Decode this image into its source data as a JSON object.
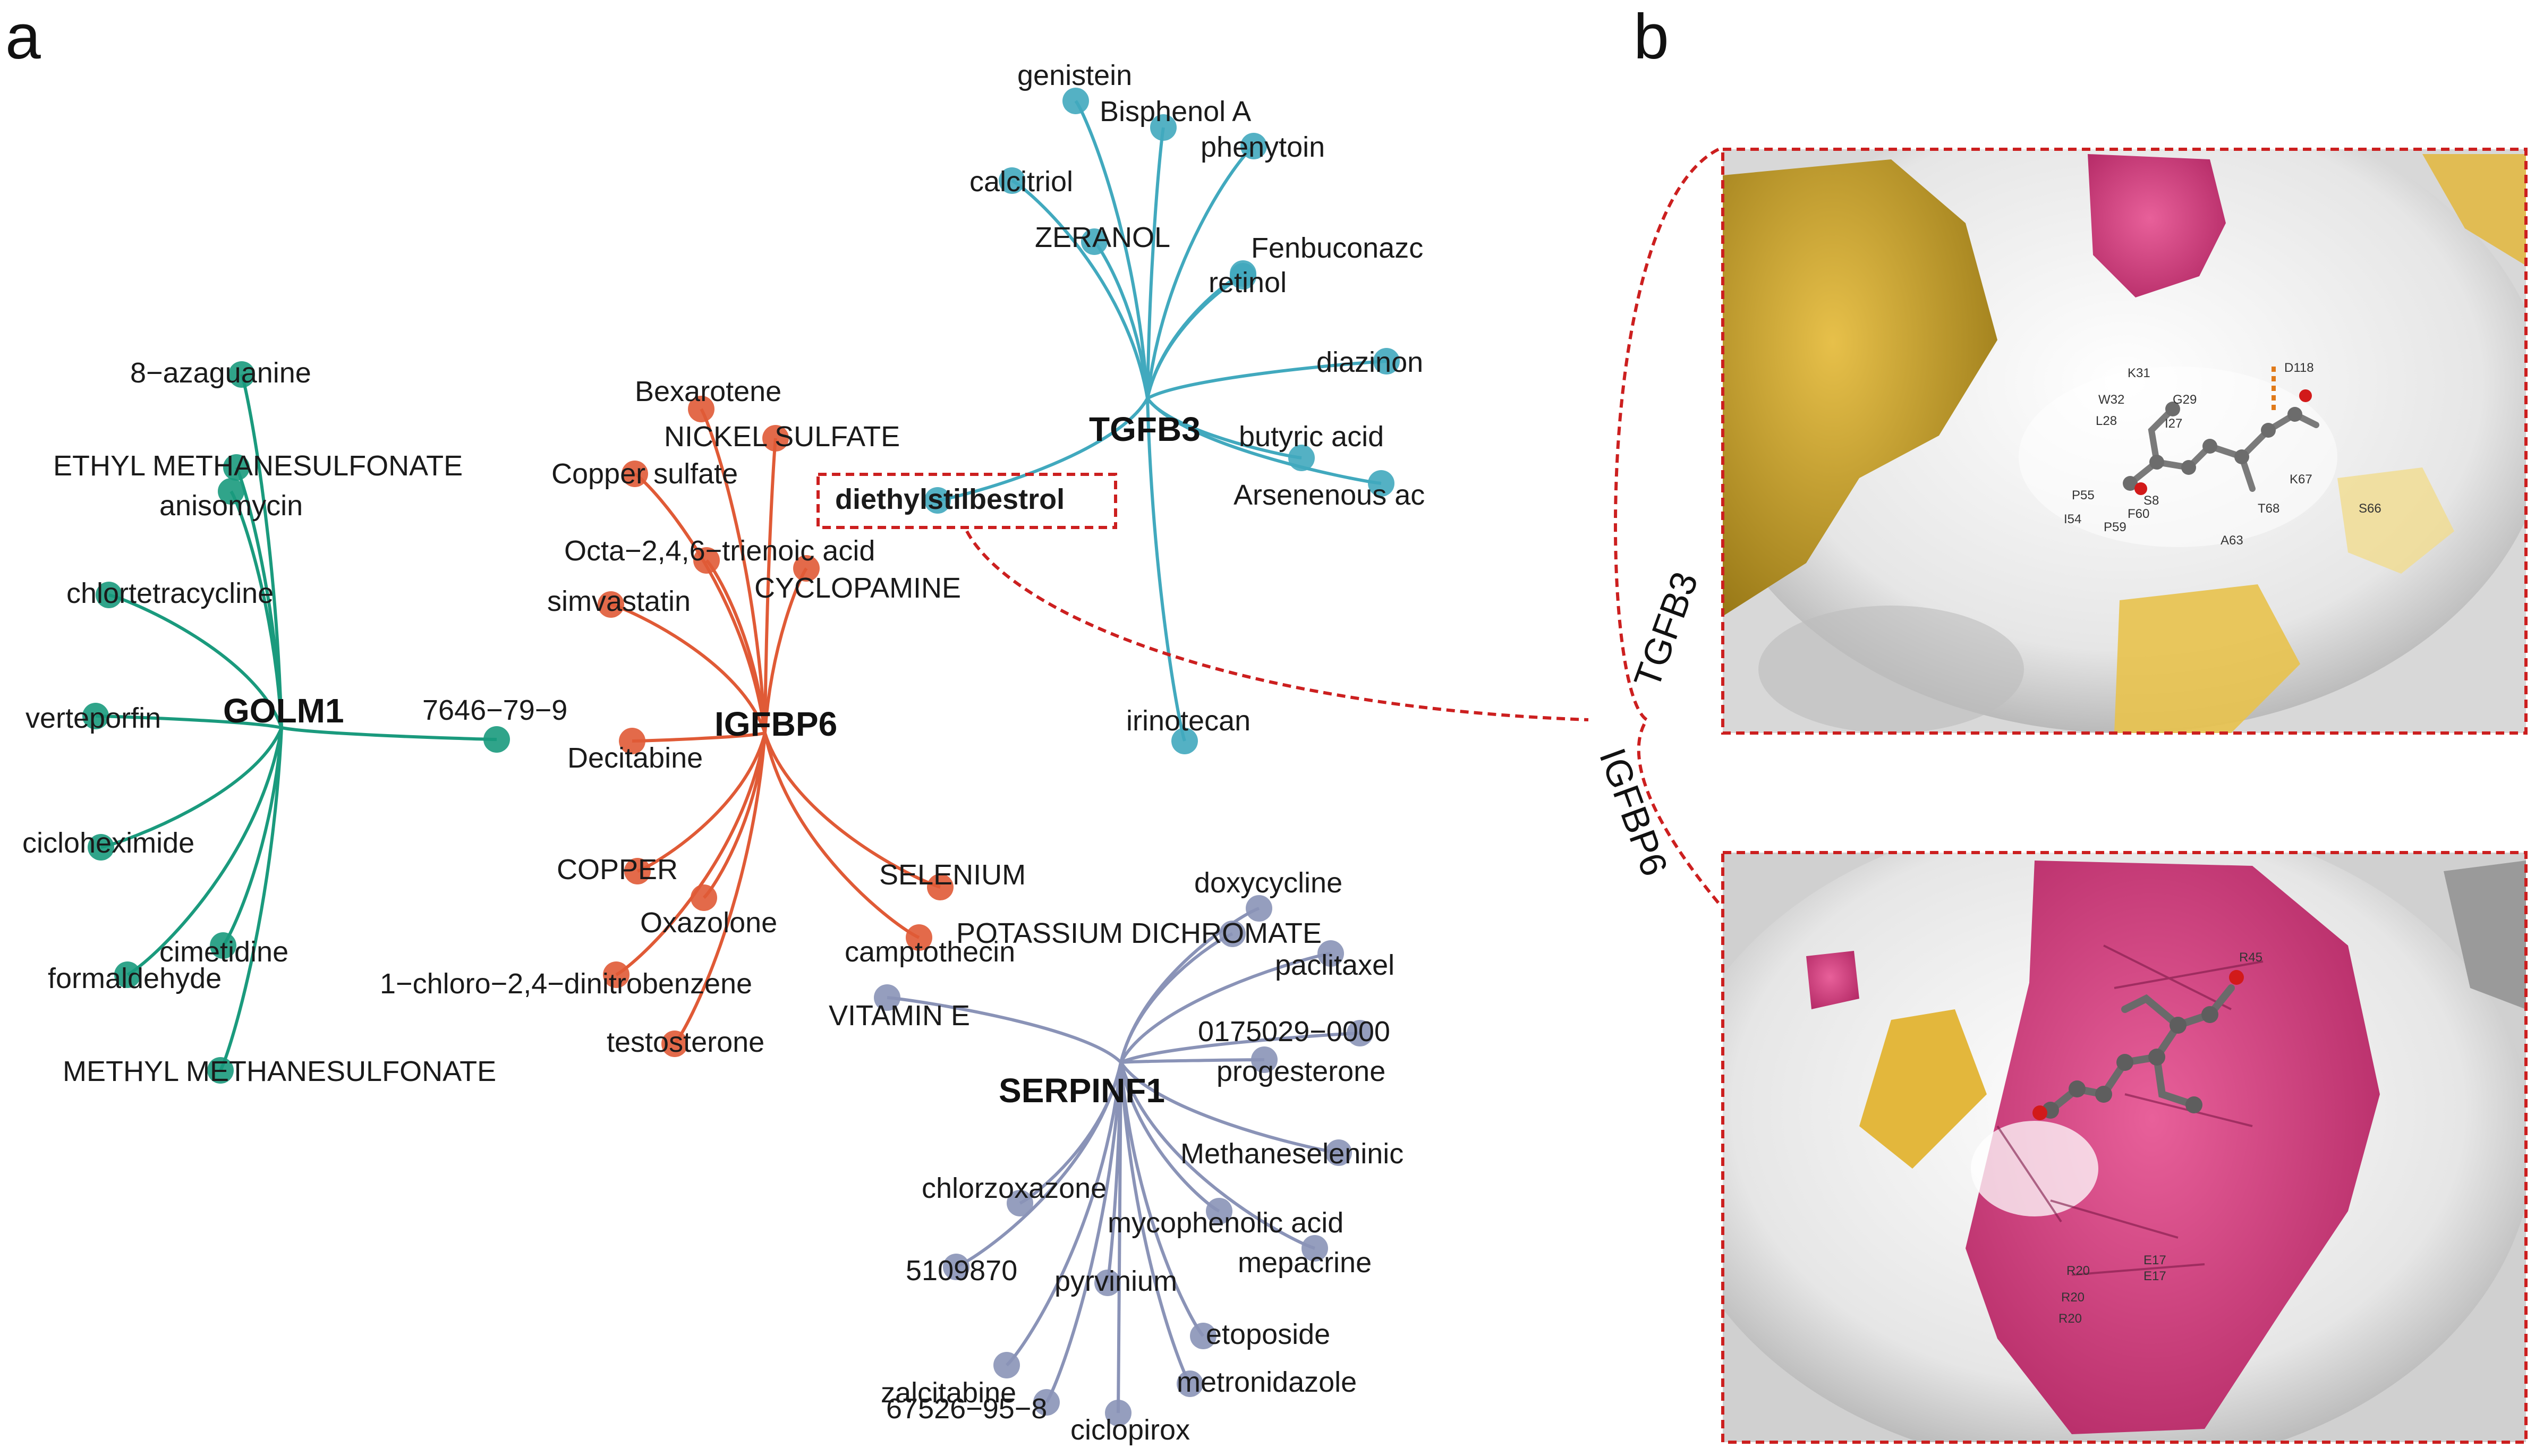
{
  "panels": {
    "a": "a",
    "b": "b"
  },
  "colors": {
    "GOLM1": "#1a9a7d",
    "IGFBP6": "#e05a36",
    "TGFB3": "#41a9be",
    "SERPINF1": "#8a93b7",
    "highlight": "#cc1f1f"
  },
  "hubs": [
    {
      "id": "GOLM1",
      "label": "GOLM1"
    },
    {
      "id": "IGFBP6",
      "label": "IGFBP6"
    },
    {
      "id": "TGFB3",
      "label": "TGFB3"
    },
    {
      "id": "SERPINF1",
      "label": "SERPINF1"
    }
  ],
  "drugs": [
    {
      "label": "8−azaguanine",
      "hub": "GOLM1"
    },
    {
      "label": "ETHYL METHANESULFONATE",
      "hub": "GOLM1"
    },
    {
      "label": "anisomycin",
      "hub": "GOLM1"
    },
    {
      "label": "chlortetracycline",
      "hub": "GOLM1"
    },
    {
      "label": "verteporfin",
      "hub": "GOLM1"
    },
    {
      "label": "cicloheximide",
      "hub": "GOLM1"
    },
    {
      "label": "cimetidine",
      "hub": "GOLM1"
    },
    {
      "label": "formaldehyde",
      "hub": "GOLM1"
    },
    {
      "label": "METHYL METHANESULFONATE",
      "hub": "GOLM1"
    },
    {
      "label": "7646−79−9",
      "hub": "GOLM1"
    },
    {
      "label": "Decitabine",
      "hub": "IGFBP6"
    },
    {
      "label": "Bexarotene",
      "hub": "IGFBP6"
    },
    {
      "label": "NICKEL SULFATE",
      "hub": "IGFBP6"
    },
    {
      "label": "Copper sulfate",
      "hub": "IGFBP6"
    },
    {
      "label": "Octa−2,4,6−trienoic acid",
      "hub": "IGFBP6"
    },
    {
      "label": "CYCLOPAMINE",
      "hub": "IGFBP6"
    },
    {
      "label": "simvastatin",
      "hub": "IGFBP6"
    },
    {
      "label": "COPPER",
      "hub": "IGFBP6"
    },
    {
      "label": "Oxazolone",
      "hub": "IGFBP6"
    },
    {
      "label": "1−chloro−2,4−dinitrobenzene",
      "hub": "IGFBP6"
    },
    {
      "label": "testosterone",
      "hub": "IGFBP6"
    },
    {
      "label": "SELENIUM",
      "hub": "IGFBP6"
    },
    {
      "label": "camptothecin",
      "hub": "IGFBP6"
    },
    {
      "label": "VITAMIN E",
      "hub": "SERPINF1"
    },
    {
      "label": "diethylstilbestrol",
      "hub": "TGFB3"
    },
    {
      "label": "genistein",
      "hub": "TGFB3"
    },
    {
      "label": "Bisphenol A",
      "hub": "TGFB3"
    },
    {
      "label": "phenytoin",
      "hub": "TGFB3"
    },
    {
      "label": "calcitriol",
      "hub": "TGFB3"
    },
    {
      "label": "ZERANOL",
      "hub": "TGFB3"
    },
    {
      "label": "Fenbuconazc",
      "hub": "TGFB3"
    },
    {
      "label": "retinol",
      "hub": "TGFB3"
    },
    {
      "label": "diazinon",
      "hub": "TGFB3"
    },
    {
      "label": "butyric acid",
      "hub": "TGFB3"
    },
    {
      "label": "Arsenenous ac",
      "hub": "TGFB3"
    },
    {
      "label": "irinotecan",
      "hub": "TGFB3"
    },
    {
      "label": "doxycycline",
      "hub": "SERPINF1"
    },
    {
      "label": "POTASSIUM DICHROMATE",
      "hub": "SERPINF1"
    },
    {
      "label": "paclitaxel",
      "hub": "SERPINF1"
    },
    {
      "label": "0175029−0000",
      "hub": "SERPINF1"
    },
    {
      "label": "progesterone",
      "hub": "SERPINF1"
    },
    {
      "label": "Methaneseleninic",
      "hub": "SERPINF1"
    },
    {
      "label": "chlorzoxazone",
      "hub": "SERPINF1"
    },
    {
      "label": "mycophenolic acid",
      "hub": "SERPINF1"
    },
    {
      "label": "mepacrine",
      "hub": "SERPINF1"
    },
    {
      "label": "5109870",
      "hub": "SERPINF1"
    },
    {
      "label": "pyrvinium",
      "hub": "SERPINF1"
    },
    {
      "label": "etoposide",
      "hub": "SERPINF1"
    },
    {
      "label": "zalcitabine",
      "hub": "SERPINF1"
    },
    {
      "label": "metronidazole",
      "hub": "SERPINF1"
    },
    {
      "label": "67526−95−8",
      "hub": "SERPINF1"
    },
    {
      "label": "ciclopirox",
      "hub": "SERPINF1"
    }
  ],
  "docking": {
    "top_label": "TGFB3",
    "bottom_label": "IGFBP6",
    "top_residues": [
      "K31",
      "W32",
      "L28",
      "G29",
      "I27",
      "D118",
      "P55",
      "I54",
      "F60",
      "P59",
      "S8",
      "K67",
      "T68",
      "S66",
      "A63"
    ],
    "bottom_residues": [
      "R45",
      "R20",
      "R20",
      "R20",
      "E17",
      "E17"
    ]
  }
}
